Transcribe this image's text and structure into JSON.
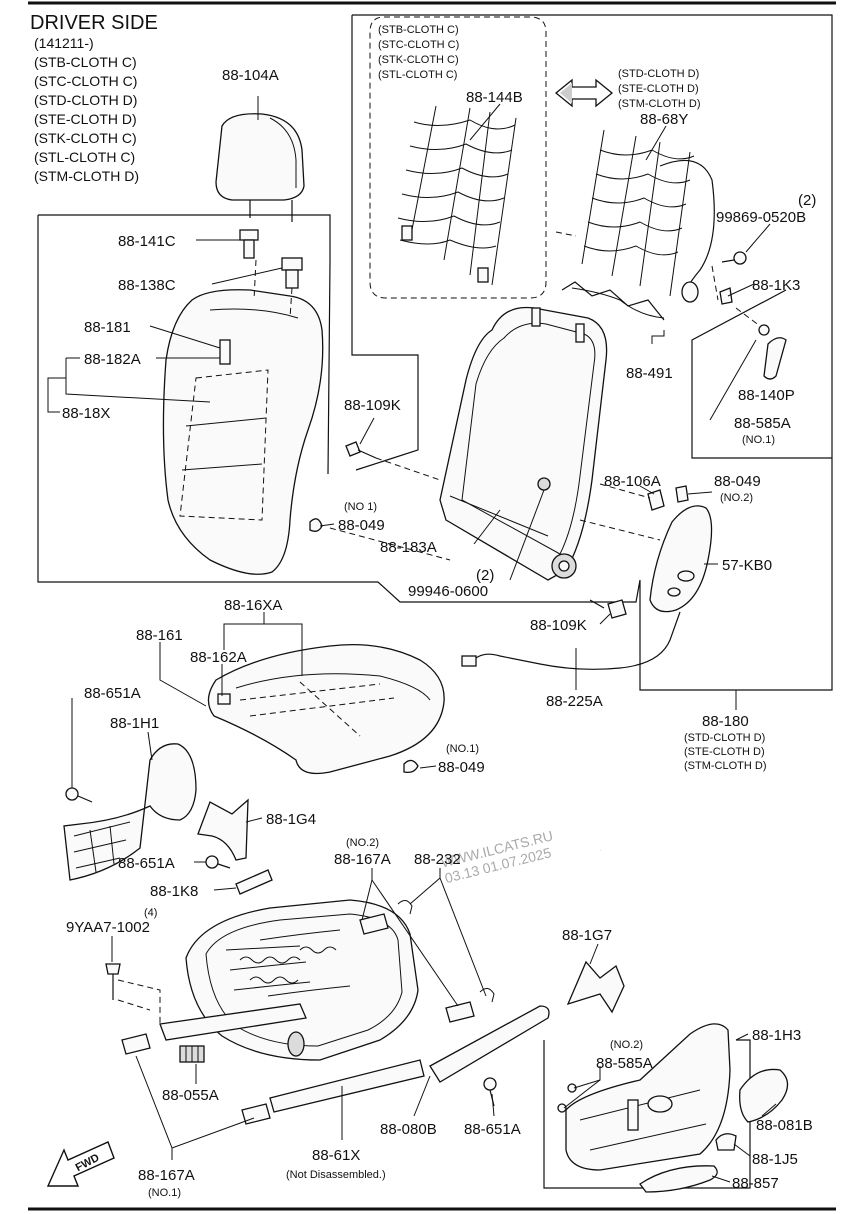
{
  "header": {
    "title": "DRIVER SIDE",
    "variants": [
      "(141211-)",
      "(STB-CLOTH C)",
      "(STC-CLOTH C)",
      "(STD-CLOTH D)",
      "(STE-CLOTH D)",
      "(STK-CLOTH C)",
      "(STL-CLOTH C)",
      "(STM-CLOTH D)"
    ]
  },
  "inset_left": {
    "variants": [
      "(STB-CLOTH C)",
      "(STC-CLOTH C)",
      "(STK-CLOTH C)",
      "(STL-CLOTH C)"
    ]
  },
  "inset_right": {
    "variants": [
      "(STD-CLOTH D)",
      "(STE-CLOTH D)",
      "(STM-CLOTH D)"
    ]
  },
  "callouts": {
    "p_104A": "88-104A",
    "p_144B": "88-144B",
    "p_68Y": "88-68Y",
    "q_2a": "(2)",
    "p_99869": "99869-0520B",
    "p_1K3": "88-1K3",
    "p_141C": "88-141C",
    "p_138C": "88-138C",
    "p_181": "88-181",
    "p_182A": "88-182A",
    "p_18X": "88-18X",
    "p_491": "88-491",
    "p_140P": "88-140P",
    "p_585A_top": "88-585A",
    "n_585A_top": "(NO.1)",
    "p_109K_a": "88-109K",
    "n_049_a": "(NO 1)",
    "p_049_a": "88-049",
    "p_183A": "88-183A",
    "q_2b": "(2)",
    "p_99946": "99946-0600",
    "p_106A": "88-106A",
    "p_049_b": "88-049",
    "n_049_b": "(NO.2)",
    "p_57KB0": "57-KB0",
    "p_109K_b": "88-109K",
    "p_225A": "88-225A",
    "p_180": "88-180",
    "v_180": [
      "(STD-CLOTH D)",
      "(STE-CLOTH D)",
      "(STM-CLOTH D)"
    ],
    "p_16XA": "88-16XA",
    "p_161": "88-161",
    "p_162A": "88-162A",
    "p_651A_a": "88-651A",
    "p_1H1": "88-1H1",
    "n_049_c": "(NO.1)",
    "p_049_c": "88-049",
    "p_1G4": "88-1G4",
    "p_651A_b": "88-651A",
    "p_1K8": "88-1K8",
    "q_4": "(4)",
    "p_9YAA7": "9YAA7-1002",
    "n_167A_top": "(NO.2)",
    "p_167A_top": "88-167A",
    "p_232": "88-232",
    "p_1G7": "88-1G7",
    "p_1H3": "88-1H3",
    "n_585A_b": "(NO.2)",
    "p_585A_b": "88-585A",
    "p_055A": "88-055A",
    "p_080B": "88-080B",
    "p_651A_c": "88-651A",
    "p_081B": "88-081B",
    "p_61X": "88-61X",
    "n_61X": "(Not Disassembled.)",
    "p_1J5": "88-1J5",
    "p_167A_bot": "88-167A",
    "n_167A_bot": "(NO.1)",
    "p_857": "88-857"
  },
  "watermark": {
    "line1": "WWW.ILCATS.RU",
    "line2": "03.13 01.07.2025"
  },
  "fwd_label": "FWD",
  "colors": {
    "ink": "#111111",
    "watermark": "#aaaaaa",
    "paper": "#ffffff"
  }
}
